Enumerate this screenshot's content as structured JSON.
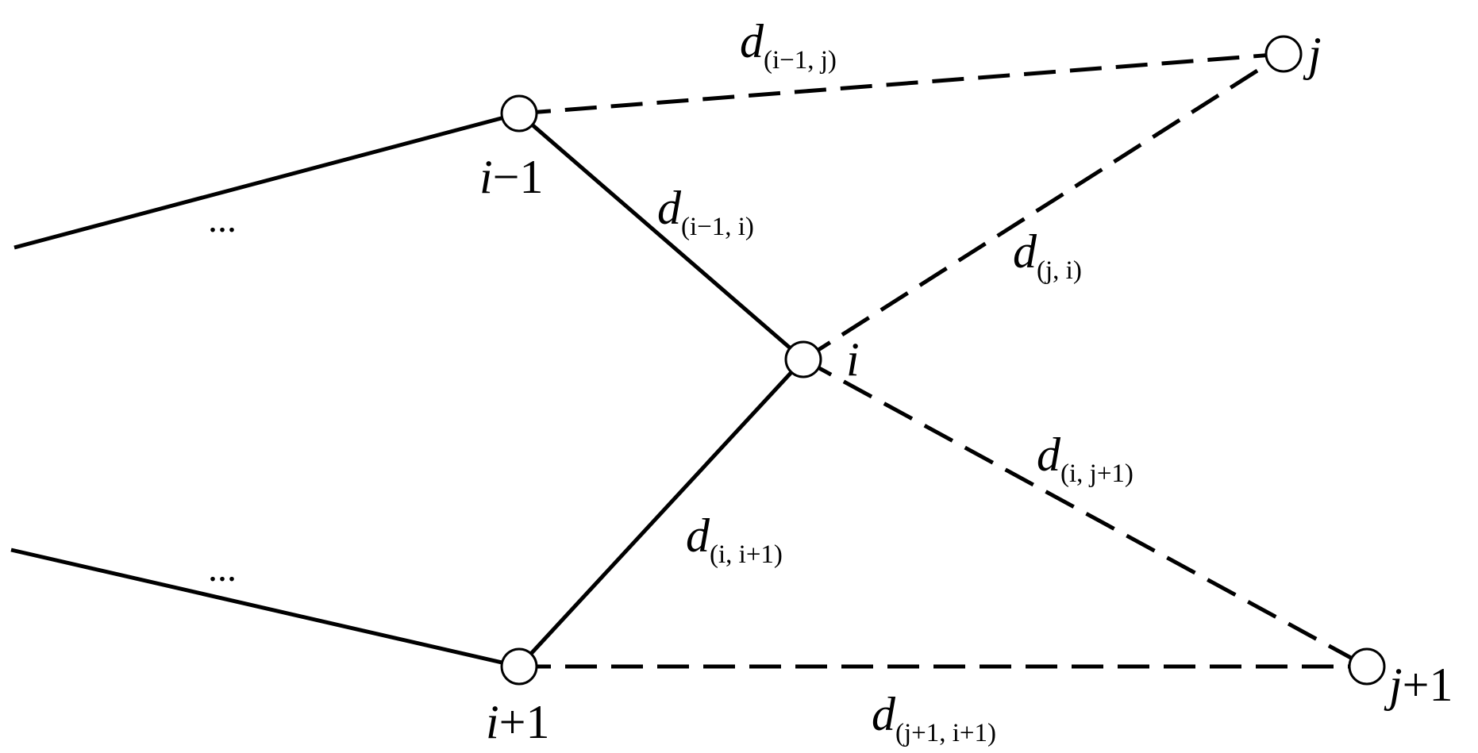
{
  "nodes": {
    "i_minus_1": {
      "main": "i",
      "rest": "−1"
    },
    "i_plus_1": {
      "main": "i",
      "rest": "+1"
    },
    "i": {
      "main": "i"
    },
    "j": {
      "main": "j"
    },
    "j_plus_1": {
      "main": "j",
      "rest": "+1"
    }
  },
  "edges": {
    "d_im1_j": {
      "main": "d",
      "sub": "(i−1, j)"
    },
    "d_im1_i": {
      "main": "d",
      "sub": "(i−1, i)"
    },
    "d_j_i": {
      "main": "d",
      "sub": "(j, i)"
    },
    "d_i_jp1": {
      "main": "d",
      "sub": "(i, j+1)"
    },
    "d_i_ip1": {
      "main": "d",
      "sub": "(i, i+1)"
    },
    "d_jp1_ip1": {
      "main": "d",
      "sub": "(j+1, i+1)"
    }
  },
  "ellipsis": "..."
}
